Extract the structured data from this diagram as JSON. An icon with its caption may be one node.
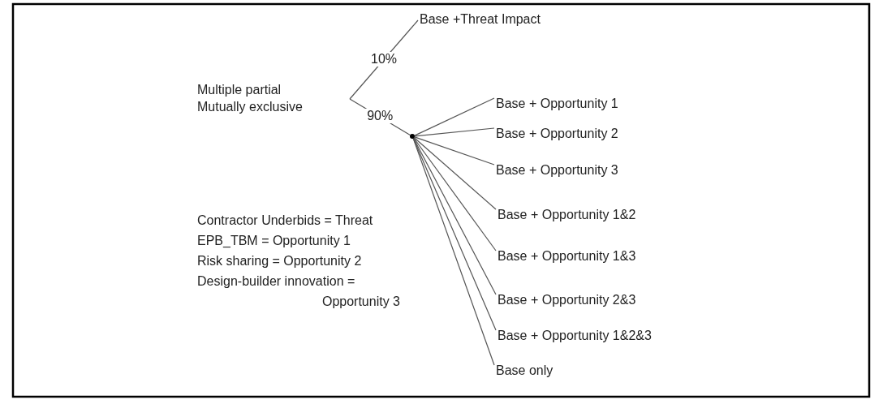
{
  "diagram": {
    "nodes": [
      {
        "text": [
          "Multiple partial Mutually exclusive"
        ]
      },
      {
        "text": [
          "Base +Threat Impact"
        ]
      },
      {
        "text": [],
        "shape": "circle"
      },
      {
        "text": [
          "Base + Opportunity 1"
        ]
      },
      {
        "text": [
          "Base + Opportunity 2"
        ]
      },
      {
        "text": [
          "Base + Opportunity 3"
        ]
      },
      {
        "text": [
          "Base + Opportunity 1&2"
        ]
      },
      {
        "text": [
          "Base + Opportunity 1&3"
        ]
      },
      {
        "text": [
          "Base + Opportunity 2&3"
        ]
      },
      {
        "text": [
          "Base + Opportunity 1&2&3"
        ]
      },
      {
        "text": [
          "Base only"
        ]
      }
    ],
    "edges": [
      {
        "from": 0,
        "to": 1,
        "arrow": "none",
        "label": "10%"
      },
      {
        "from": 0,
        "to": 2,
        "arrow": "none",
        "label": "90%"
      },
      {
        "from": 2,
        "to": 3,
        "arrow": "none"
      },
      {
        "from": 2,
        "to": 4,
        "arrow": "none"
      },
      {
        "from": 2,
        "to": 5,
        "arrow": "none"
      },
      {
        "from": 2,
        "to": 6,
        "arrow": "none"
      },
      {
        "from": 2,
        "to": 7,
        "arrow": "none"
      },
      {
        "from": 2,
        "to": 8,
        "arrow": "none"
      },
      {
        "from": 2,
        "to": 9,
        "arrow": "none"
      },
      {
        "from": 2,
        "to": 10,
        "arrow": "none"
      }
    ],
    "labels": [
      "Contractor Underbids = Threat",
      "EPB_TBM = Opportunity 1",
      "Risk sharing = Opportunity 2",
      "Design-builder innovation = Opportunity 3"
    ]
  }
}
